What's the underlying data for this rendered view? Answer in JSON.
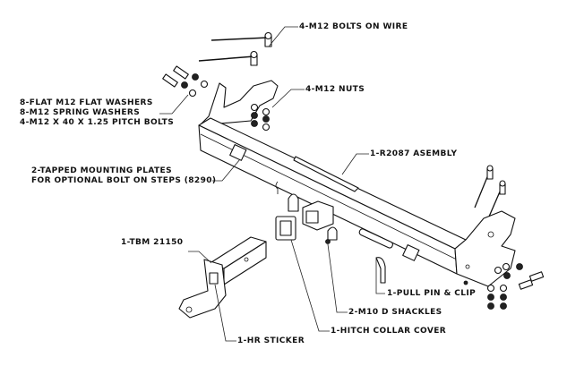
{
  "diagram": {
    "type": "exploded-assembly",
    "colors": {
      "line": "#111111",
      "background": "#ffffff"
    },
    "callouts": [
      {
        "id": "bolts-on-wire",
        "text": "4-M12 BOLTS ON WIRE"
      },
      {
        "id": "washers-bolts",
        "lines": [
          "8-FLAT M12 FLAT WASHERS",
          "8-M12 SPRING WASHERS",
          "4-M12 X 40 X 1.25 PITCH BOLTS"
        ]
      },
      {
        "id": "nuts",
        "text": "4-M12 NUTS"
      },
      {
        "id": "assembly",
        "text": "1-R2087 ASEMBLY"
      },
      {
        "id": "mounting-plates",
        "lines": [
          "2-TAPPED MOUNTING PLATES",
          "FOR OPTIONAL BOLT ON STEPS (8290)"
        ]
      },
      {
        "id": "tongue",
        "text": "1-TBM 21150"
      },
      {
        "id": "pull-pin",
        "text": "1-PULL PIN & CLIP"
      },
      {
        "id": "shackles",
        "text": "2-M10 D SHACKLES"
      },
      {
        "id": "collar-cover",
        "text": "1-HITCH COLLAR COVER"
      },
      {
        "id": "hr-sticker",
        "text": "1-HR STICKER"
      }
    ]
  }
}
